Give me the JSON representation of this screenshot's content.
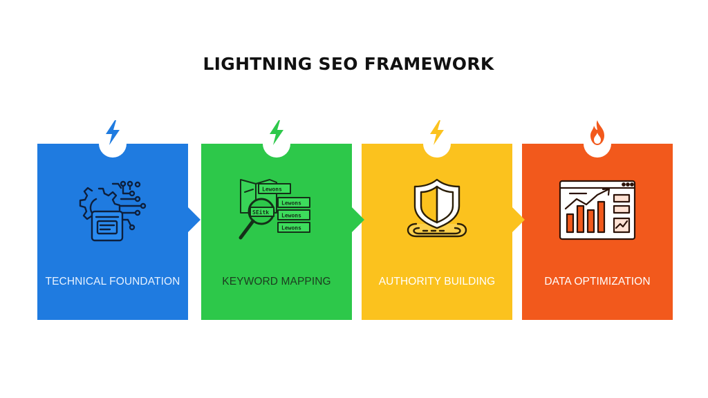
{
  "title": "LIGHTNING SEO FRAMEWORK",
  "steps": [
    {
      "label": "TECHNICAL FOUNDATION",
      "color": "#1f7be0",
      "label_color": "#e6f1ff",
      "icon": "lightning-icon",
      "illustration": "gear-circuit-icon"
    },
    {
      "label": "KEYWORD MAPPING",
      "color": "#2dc84a",
      "label_color": "#1d3b20",
      "icon": "lightning-icon",
      "illustration": "keyword-magnifier-icon"
    },
    {
      "label": "AUTHORITY BUILDING",
      "color": "#fbc21e",
      "label_color": "#ffffff",
      "icon": "lightning-icon",
      "illustration": "shield-icon"
    },
    {
      "label": "DATA OPTIMIZATION",
      "color": "#f2591c",
      "label_color": "#ffffff",
      "icon": "flame-icon",
      "illustration": "analytics-dashboard-icon"
    }
  ],
  "keyword_tags": {
    "main": "SEitk",
    "tag": "Lewons"
  }
}
